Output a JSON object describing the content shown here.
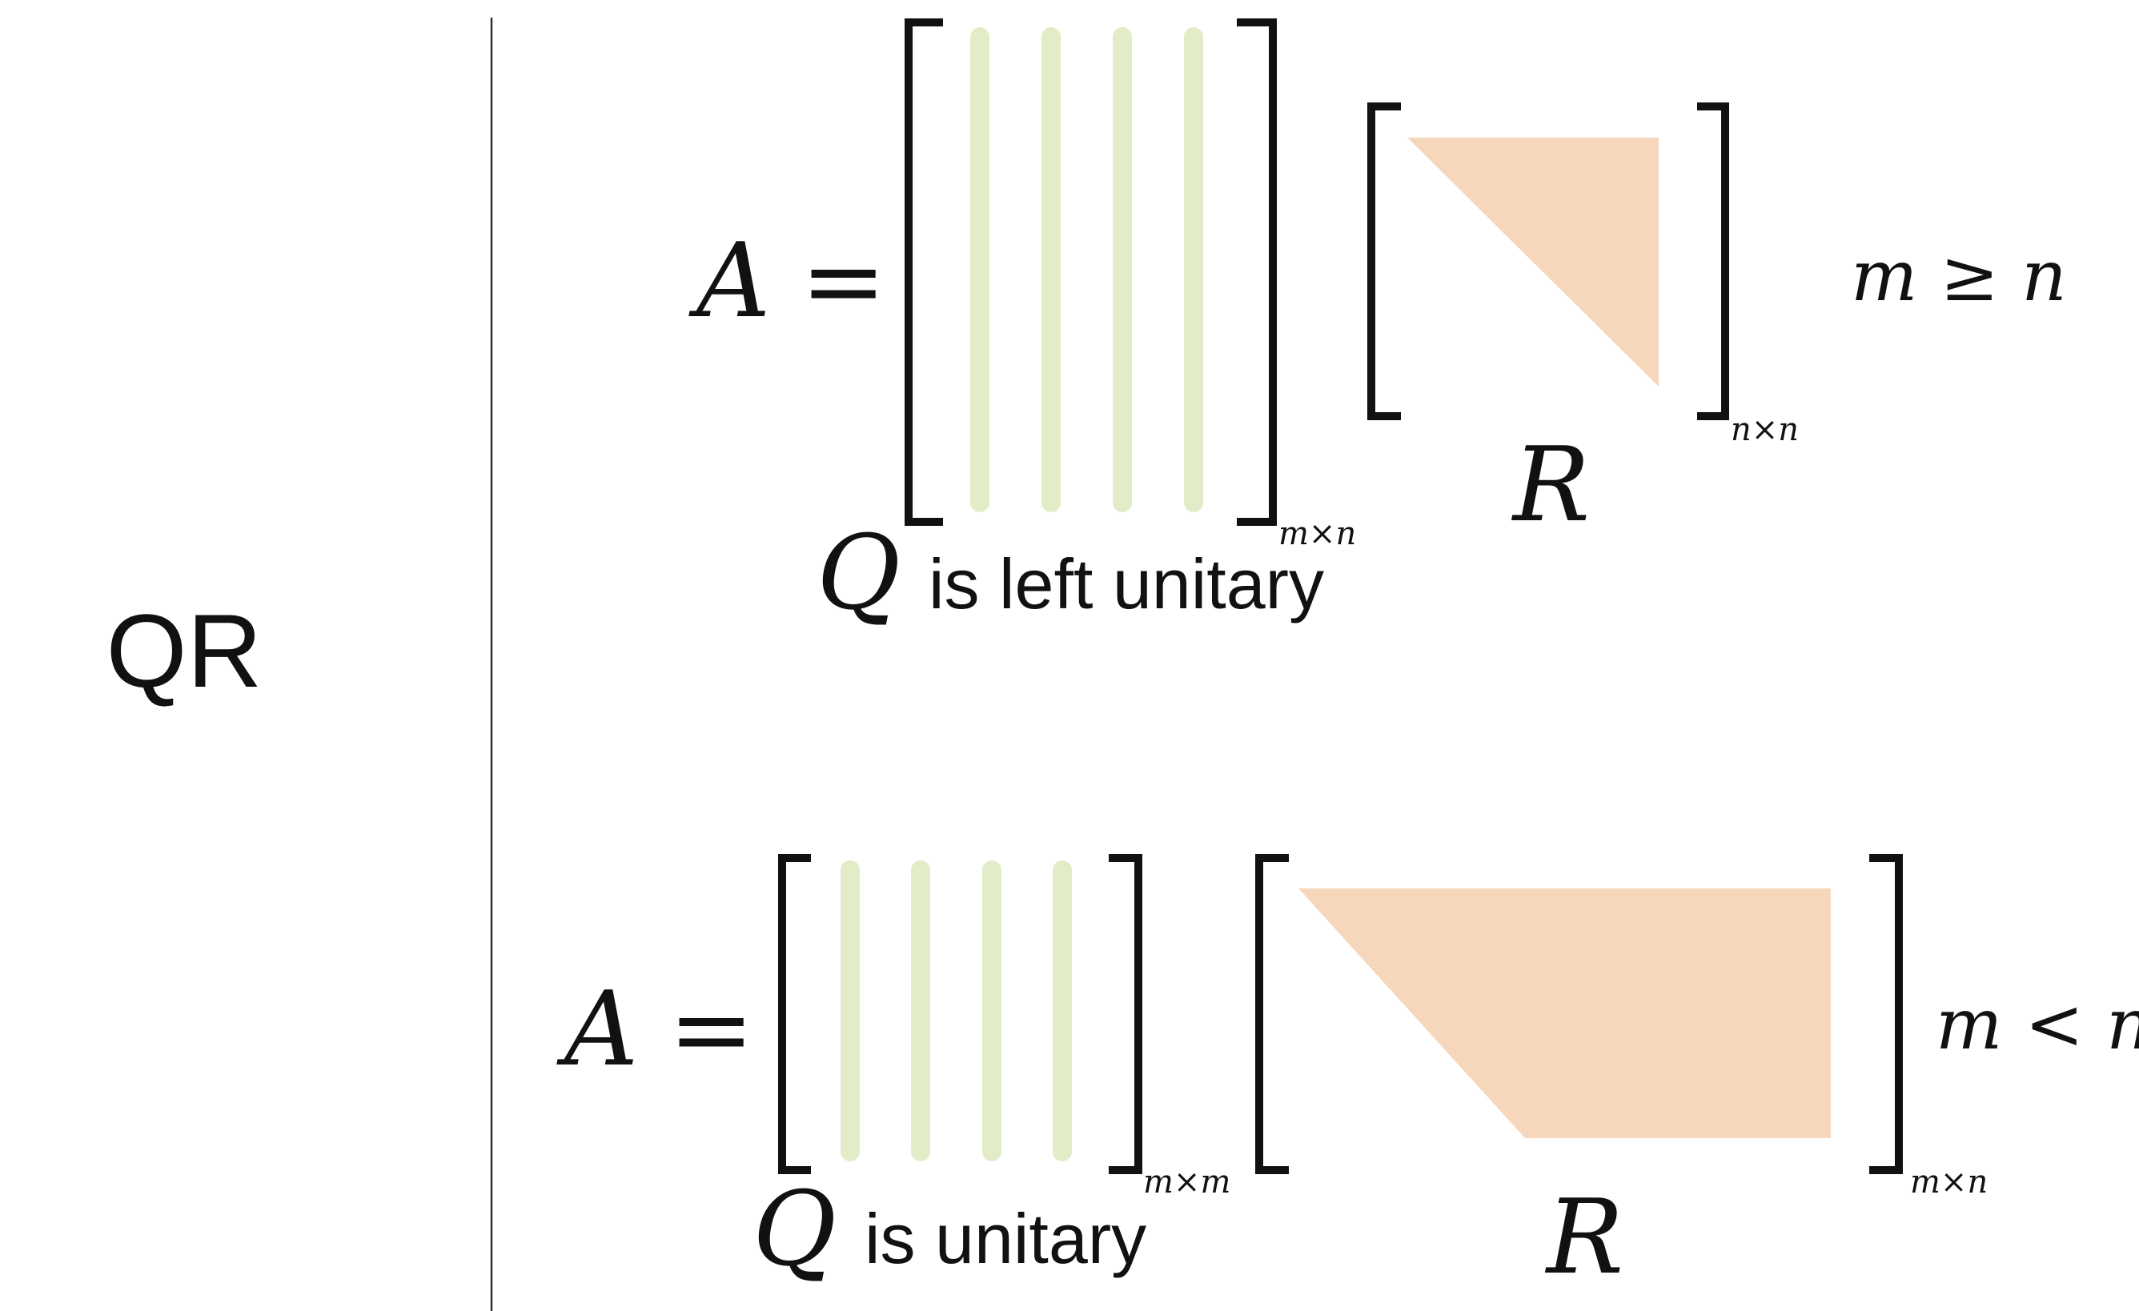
{
  "row_label": "QR",
  "colors": {
    "q_columns": "#e2edc8",
    "r_fill": "#f7d7bb",
    "bracket": "#111111",
    "divider": "#333333",
    "text": "#111111"
  },
  "case_tall": {
    "lhs": "A",
    "equals": "=",
    "q_dims": "m×n",
    "q_symbol": "Q",
    "q_caption": "is left unitary",
    "r_symbol": "R",
    "r_dims": "n×n",
    "condition": "m ≥ n"
  },
  "case_wide": {
    "lhs": "A",
    "equals": "=",
    "q_dims": "m×m",
    "q_symbol": "Q",
    "q_caption": "is unitary",
    "r_symbol": "R",
    "r_dims": "m×n",
    "condition": "m < n"
  }
}
